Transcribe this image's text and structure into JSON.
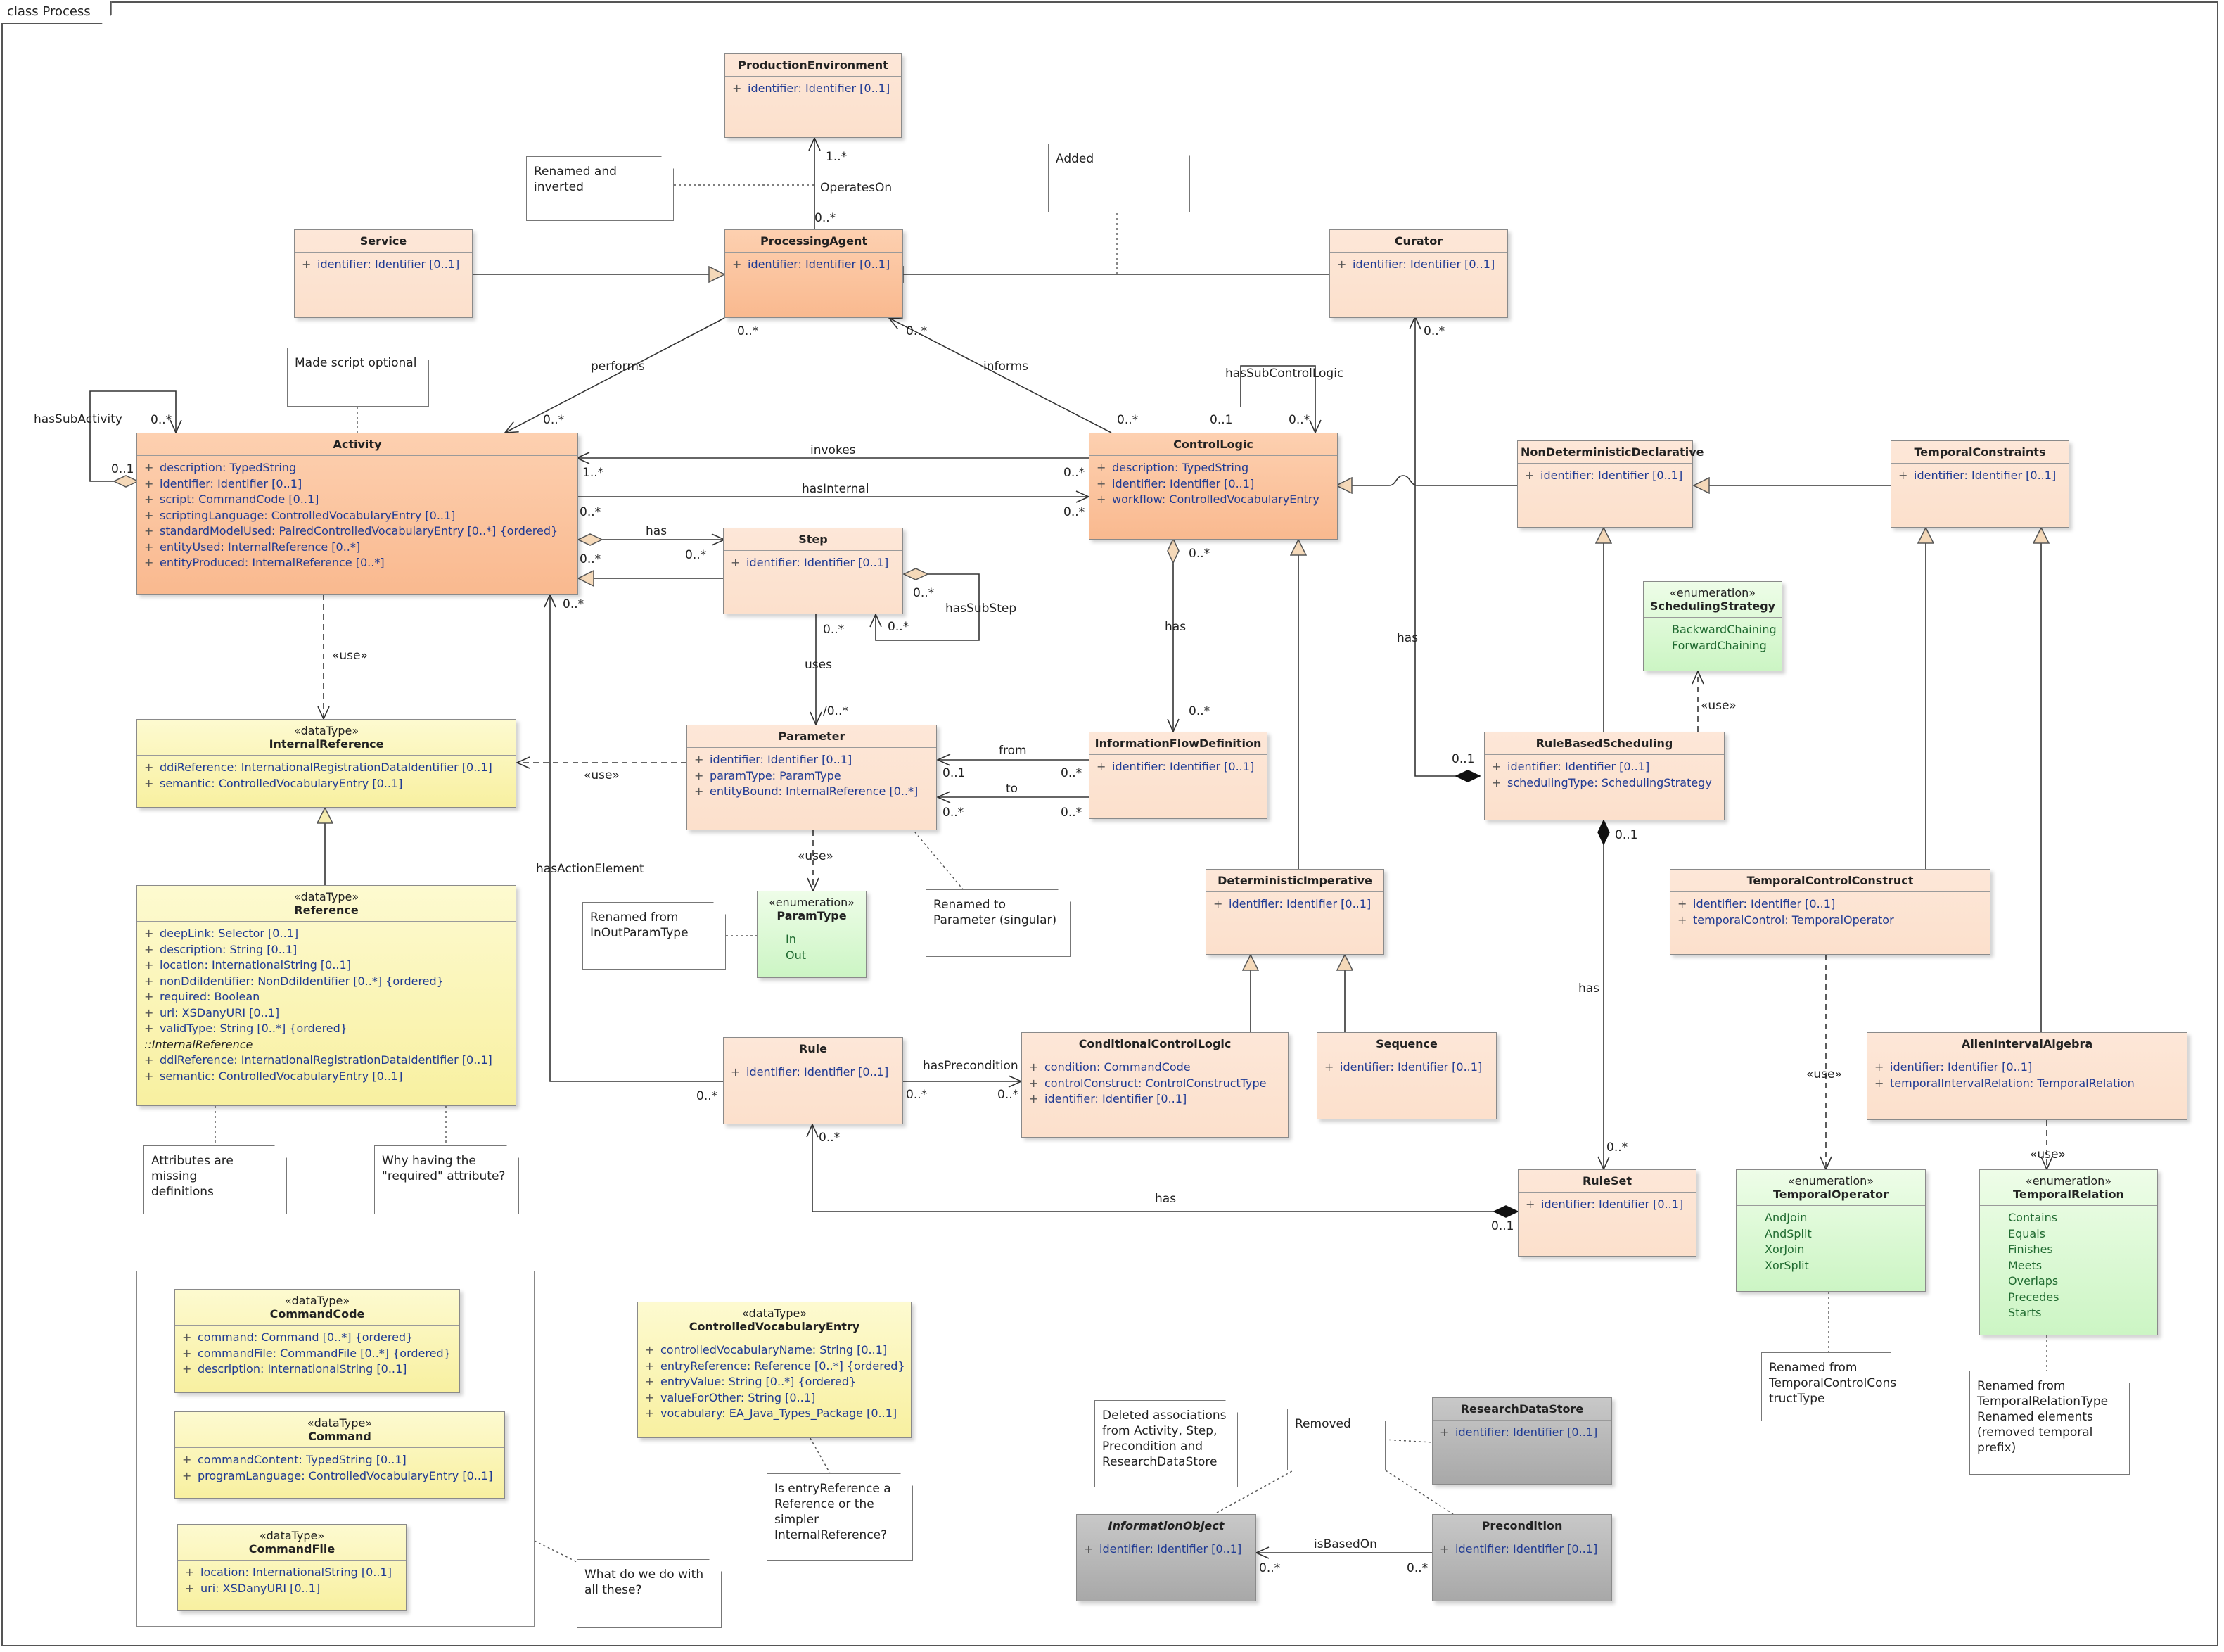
{
  "frame_title": "class Process",
  "classes": {
    "production_environment": {
      "name": "ProductionEnvironment",
      "attrs": [
        {
          "v": "+",
          "t": "identifier: Identifier [0..1]"
        }
      ]
    },
    "processing_agent": {
      "name": "ProcessingAgent",
      "attrs": [
        {
          "v": "+",
          "t": "identifier: Identifier [0..1]"
        }
      ]
    },
    "service": {
      "name": "Service",
      "attrs": [
        {
          "v": "+",
          "t": "identifier: Identifier [0..1]"
        }
      ]
    },
    "curator": {
      "name": "Curator",
      "attrs": [
        {
          "v": "+",
          "t": "identifier: Identifier [0..1]"
        }
      ]
    },
    "activity": {
      "name": "Activity",
      "attrs": [
        {
          "v": "+",
          "t": "description: TypedString"
        },
        {
          "v": "+",
          "t": "identifier: Identifier [0..1]"
        },
        {
          "v": "+",
          "t": "script: CommandCode [0..1]"
        },
        {
          "v": "+",
          "t": "scriptingLanguage: ControlledVocabularyEntry [0..1]"
        },
        {
          "v": "+",
          "t": "standardModelUsed: PairedControlledVocabularyEntry [0..*] {ordered}"
        },
        {
          "v": "+",
          "t": "entityUsed: InternalReference [0..*]"
        },
        {
          "v": "+",
          "t": "entityProduced: InternalReference [0..*]"
        }
      ]
    },
    "control_logic": {
      "name": "ControlLogic",
      "attrs": [
        {
          "v": "+",
          "t": "description: TypedString"
        },
        {
          "v": "+",
          "t": "identifier: Identifier [0..1]"
        },
        {
          "v": "+",
          "t": "workflow: ControlledVocabularyEntry"
        }
      ]
    },
    "non_deterministic_declarative": {
      "name": "NonDeterministicDeclarative",
      "attrs": [
        {
          "v": "+",
          "t": "identifier: Identifier [0..1]"
        }
      ]
    },
    "temporal_constraints": {
      "name": "TemporalConstraints",
      "attrs": [
        {
          "v": "+",
          "t": "identifier: Identifier [0..1]"
        }
      ]
    },
    "step": {
      "name": "Step",
      "attrs": [
        {
          "v": "+",
          "t": "identifier: Identifier [0..1]"
        }
      ]
    },
    "scheduling_strategy": {
      "stereo": "«enumeration»",
      "name": "SchedulingStrategy",
      "literals": [
        "BackwardChaining",
        "ForwardChaining"
      ]
    },
    "internal_reference": {
      "stereo": "«dataType»",
      "name": "InternalReference",
      "attrs": [
        {
          "v": "+",
          "t": "ddiReference: InternationalRegistrationDataIdentifier [0..1]"
        },
        {
          "v": "+",
          "t": "semantic: ControlledVocabularyEntry [0..1]"
        }
      ]
    },
    "parameter": {
      "name": "Parameter",
      "attrs": [
        {
          "v": "+",
          "t": "identifier: Identifier [0..1]"
        },
        {
          "v": "+",
          "t": "paramType: ParamType"
        },
        {
          "v": "+",
          "t": "entityBound: InternalReference [0..*]"
        }
      ]
    },
    "information_flow_definition": {
      "name": "InformationFlowDefinition",
      "attrs": [
        {
          "v": "+",
          "t": "identifier: Identifier [0..1]"
        }
      ]
    },
    "rule_based_scheduling": {
      "name": "RuleBasedScheduling",
      "attrs": [
        {
          "v": "+",
          "t": "identifier: Identifier [0..1]"
        },
        {
          "v": "+",
          "t": "schedulingType: SchedulingStrategy"
        }
      ]
    },
    "reference": {
      "stereo": "«dataType»",
      "name": "Reference",
      "attrs": [
        {
          "v": "+",
          "t": "deepLink: Selector [0..1]"
        },
        {
          "v": "+",
          "t": "description: String [0..1]"
        },
        {
          "v": "+",
          "t": "location: InternationalString [0..1]"
        },
        {
          "v": "+",
          "t": "nonDdiIdentifier: NonDdiIdentifier [0..*] {ordered}"
        },
        {
          "v": "+",
          "t": "required: Boolean"
        },
        {
          "v": "+",
          "t": "uri: XSDanyURI [0..1]"
        },
        {
          "v": "+",
          "t": "validType: String [0..*] {ordered}"
        }
      ],
      "inherited_label": "::InternalReference",
      "inherited": [
        {
          "v": "+",
          "t": "ddiReference: InternationalRegistrationDataIdentifier [0..1]"
        },
        {
          "v": "+",
          "t": "semantic: ControlledVocabularyEntry [0..1]"
        }
      ]
    },
    "param_type": {
      "stereo": "«enumeration»",
      "name": "ParamType",
      "literals": [
        "In",
        "Out"
      ]
    },
    "deterministic_imperative": {
      "name": "DeterministicImperative",
      "attrs": [
        {
          "v": "+",
          "t": "identifier: Identifier [0..1]"
        }
      ]
    },
    "temporal_control_construct": {
      "name": "TemporalControlConstruct",
      "attrs": [
        {
          "v": "+",
          "t": "identifier: Identifier [0..1]"
        },
        {
          "v": "+",
          "t": "temporalControl: TemporalOperator"
        }
      ]
    },
    "rule": {
      "name": "Rule",
      "attrs": [
        {
          "v": "+",
          "t": "identifier: Identifier [0..1]"
        }
      ]
    },
    "conditional_control_logic": {
      "name": "ConditionalControlLogic",
      "attrs": [
        {
          "v": "+",
          "t": "condition: CommandCode"
        },
        {
          "v": "+",
          "t": "controlConstruct: ControlConstructType"
        },
        {
          "v": "+",
          "t": "identifier: Identifier [0..1]"
        }
      ]
    },
    "sequence": {
      "name": "Sequence",
      "attrs": [
        {
          "v": "+",
          "t": "identifier: Identifier [0..1]"
        }
      ]
    },
    "allen_interval_algebra": {
      "name": "AllenIntervalAlgebra",
      "attrs": [
        {
          "v": "+",
          "t": "identifier: Identifier [0..1]"
        },
        {
          "v": "+",
          "t": "temporalIntervalRelation: TemporalRelation"
        }
      ]
    },
    "rule_set": {
      "name": "RuleSet",
      "attrs": [
        {
          "v": "+",
          "t": "identifier: Identifier [0..1]"
        }
      ]
    },
    "temporal_operator": {
      "stereo": "«enumeration»",
      "name": "TemporalOperator",
      "literals": [
        "AndJoin",
        "AndSplit",
        "XorJoin",
        "XorSplit"
      ]
    },
    "temporal_relation": {
      "stereo": "«enumeration»",
      "name": "TemporalRelation",
      "literals": [
        "Contains",
        "Equals",
        "Finishes",
        "Meets",
        "Overlaps",
        "Precedes",
        "Starts"
      ]
    },
    "command_code": {
      "stereo": "«dataType»",
      "name": "CommandCode",
      "attrs": [
        {
          "v": "+",
          "t": "command: Command [0..*] {ordered}"
        },
        {
          "v": "+",
          "t": "commandFile: CommandFile [0..*] {ordered}"
        },
        {
          "v": "+",
          "t": "description: InternationalString [0..1]"
        }
      ]
    },
    "command": {
      "stereo": "«dataType»",
      "name": "Command",
      "attrs": [
        {
          "v": "+",
          "t": "commandContent: TypedString [0..1]"
        },
        {
          "v": "+",
          "t": "programLanguage: ControlledVocabularyEntry [0..1]"
        }
      ]
    },
    "command_file": {
      "stereo": "«dataType»",
      "name": "CommandFile",
      "attrs": [
        {
          "v": "+",
          "t": "location: InternationalString [0..1]"
        },
        {
          "v": "+",
          "t": "uri: XSDanyURI [0..1]"
        }
      ]
    },
    "controlled_vocabulary_entry": {
      "stereo": "«dataType»",
      "name": "ControlledVocabularyEntry",
      "attrs": [
        {
          "v": "+",
          "t": "controlledVocabularyName: String [0..1]"
        },
        {
          "v": "+",
          "t": "entryReference: Reference [0..*] {ordered}"
        },
        {
          "v": "+",
          "t": "entryValue: String [0..*] {ordered}"
        },
        {
          "v": "+",
          "t": "valueForOther: String [0..1]"
        },
        {
          "v": "+",
          "t": "vocabulary: EA_Java_Types_Package [0..1]"
        }
      ]
    },
    "research_data_store": {
      "name": "ResearchDataStore",
      "attrs": [
        {
          "v": "+",
          "t": "identifier: Identifier [0..1]"
        }
      ]
    },
    "information_object": {
      "name": "InformationObject",
      "attrs": [
        {
          "v": "+",
          "t": "identifier: Identifier [0..1]"
        }
      ]
    },
    "precondition": {
      "name": "Precondition",
      "attrs": [
        {
          "v": "+",
          "t": "identifier: Identifier [0..1]"
        }
      ]
    }
  },
  "notes": {
    "renamed_inverted": "Renamed and\ninverted",
    "added": "Added",
    "made_script_optional": "Made script optional",
    "renamed_param_type": "Renamed from\nInOutParamType",
    "renamed_parameter": "Renamed to\nParameter (singular)",
    "missing_definitions": "Attributes are missing\ndefinitions",
    "why_required": "Why having the\n\"required\" attribute?",
    "entry_reference": "Is entryReference a\nReference or the\nsimpler\nInternalReference?",
    "what_to_do": "What do we do with\nall these?",
    "deleted_associations": "Deleted associations\nfrom Activity, Step,\nPrecondition and\nResearchDataStore",
    "removed": "Removed",
    "renamed_temporal_control": "Renamed from\nTemporalControlCons\ntructType",
    "renamed_temporal_relation": "Renamed from\nTemporalRelationType\nRenamed elements\n(removed temporal\nprefix)"
  },
  "connector_labels": {
    "m_1_star": "1..*",
    "m_0_star": "0..*",
    "m_0_1": "0..1",
    "m_slash_0_star": "/0..*",
    "operates_on": "OperatesOn",
    "performs": "performs",
    "informs": "informs",
    "has_sub_activity": "hasSubActivity",
    "has_sub_control_logic": "hasSubControlLogic",
    "invokes": "invokes",
    "has_internal": "hasInternal",
    "has": "has",
    "has_sub_step": "hasSubStep",
    "uses": "uses",
    "use": "«use»",
    "from": "from",
    "to": "to",
    "has_action_element": "hasActionElement",
    "has_precondition": "hasPrecondition",
    "is_based_on": "isBasedOn"
  }
}
